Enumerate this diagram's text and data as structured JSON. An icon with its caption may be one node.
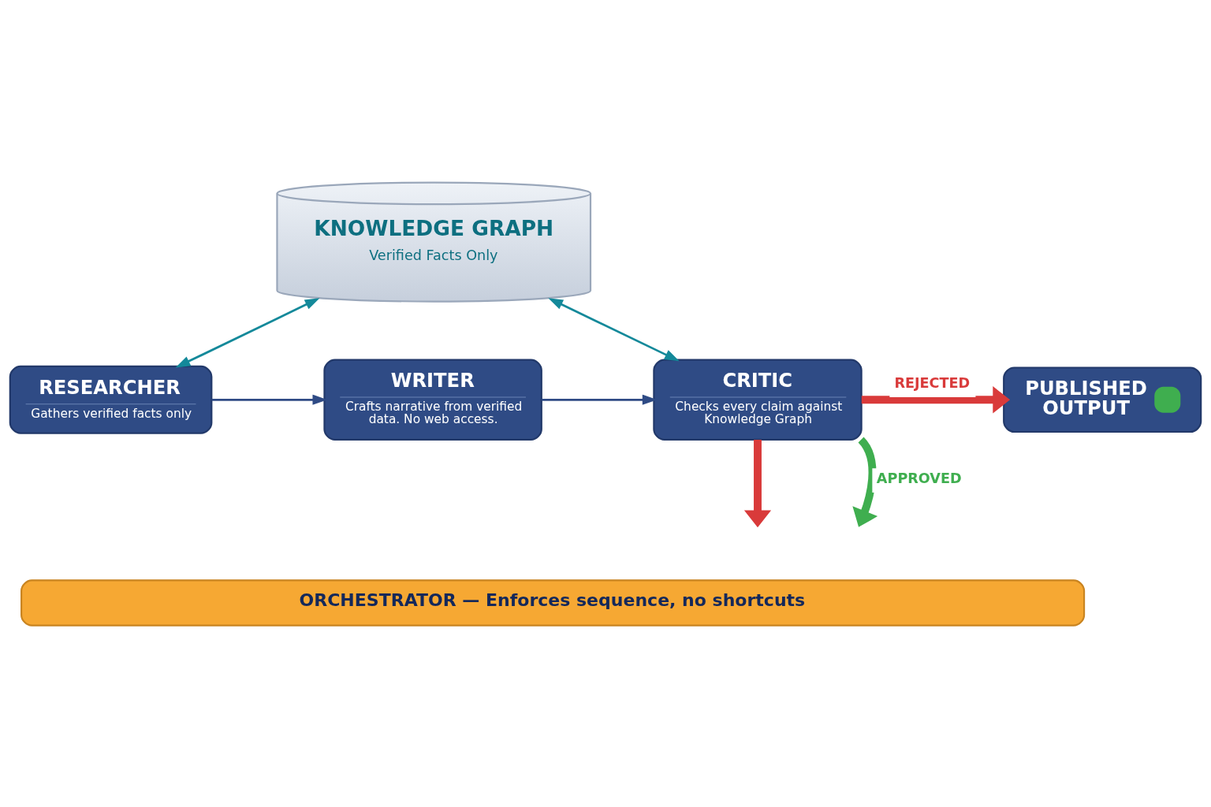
{
  "diagram": {
    "nodes": [
      {
        "text": [
          "KNOWLEDGE GRAPH",
          "Verified Facts Only"
        ]
      },
      {
        "text": [
          "RESEARCHER",
          "Gathers verified facts only"
        ]
      },
      {
        "text": [
          "WRITER",
          "Crafts narrative from verified data. No web access."
        ]
      },
      {
        "text": [
          "CRITIC",
          "Checks every claim against Knowledge Graph"
        ]
      },
      {
        "text": [
          "PUBLISHED OUTPUT"
        ]
      },
      {
        "text": [
          "ORCHESTRATOR — Enforces sequence, no shortcuts"
        ]
      }
    ],
    "edges": [
      {
        "from": 0,
        "to": 1,
        "arrow": "both",
        "color": "#14899a"
      },
      {
        "from": 0,
        "to": 3,
        "arrow": "both",
        "color": "#14899a"
      },
      {
        "from": 1,
        "to": 2,
        "arrow": "to"
      },
      {
        "from": 2,
        "to": 3,
        "arrow": "to"
      },
      {
        "from": 3,
        "to": 4,
        "arrow": "to",
        "label": "REJECTED",
        "style": "thick",
        "color": "#d93a3a"
      },
      {
        "from": 3,
        "to": null,
        "arrow": "to",
        "label": "APPROVED",
        "style": "thick",
        "color": "#3fae4f"
      },
      {
        "from": 3,
        "to": null,
        "arrow": "to",
        "style": "thick",
        "color": "#d93a3a"
      }
    ]
  }
}
